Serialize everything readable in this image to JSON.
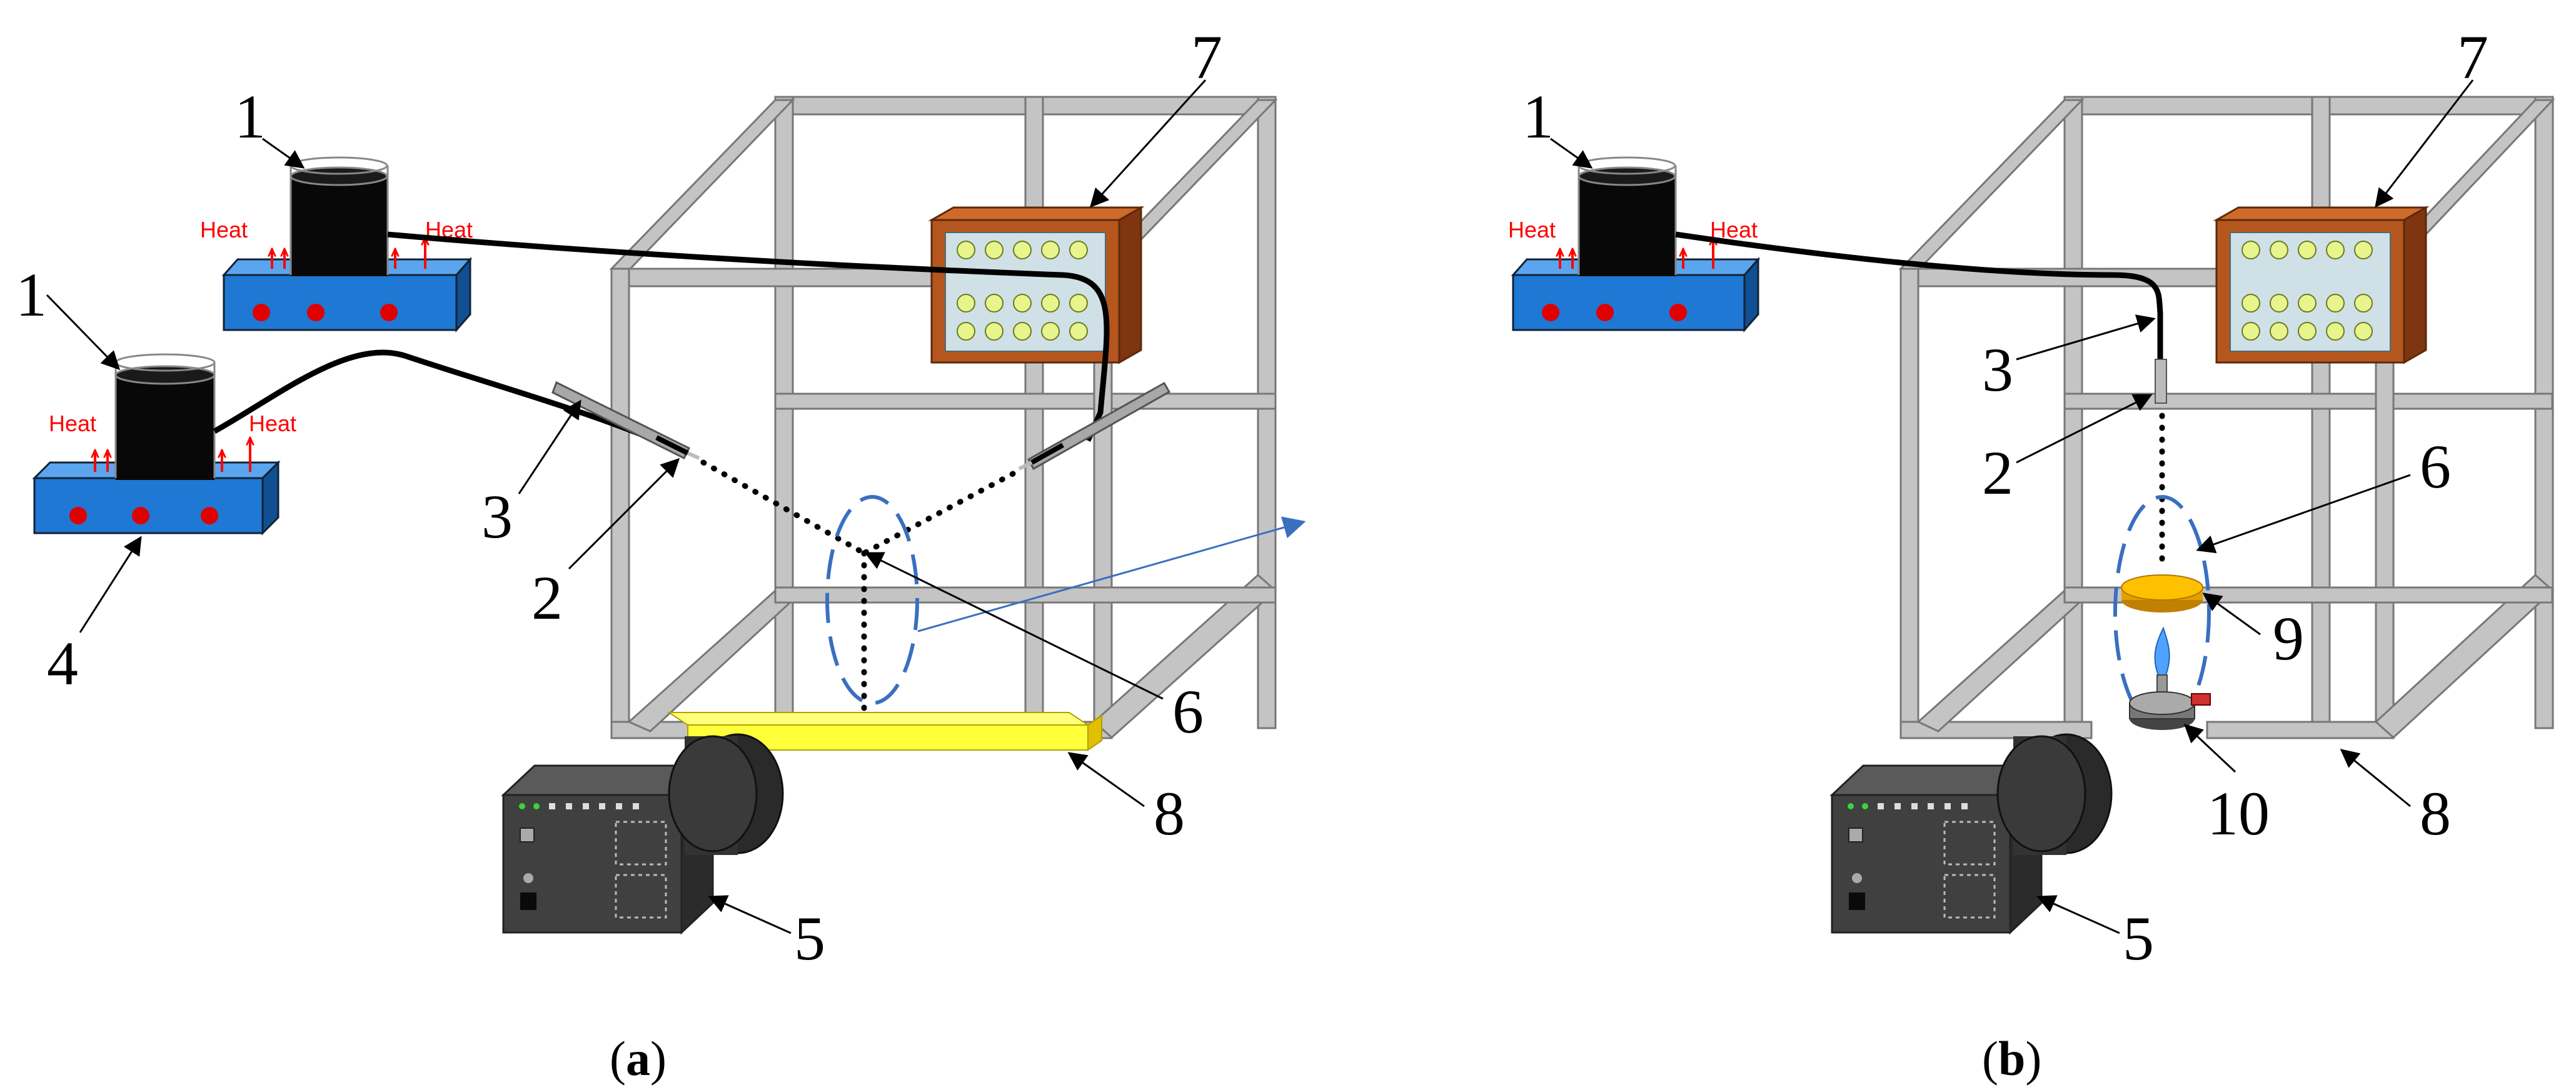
{
  "panel_a": {
    "label_open": "(",
    "label_letter": "a",
    "label_close": ")",
    "heat_texts": [
      "Heat",
      "Heat",
      "Heat",
      "Heat"
    ],
    "numbers": [
      "1",
      "1",
      "7",
      "3",
      "2",
      "4",
      "6",
      "8",
      "5"
    ]
  },
  "panel_b": {
    "label_open": "(",
    "label_letter": "b",
    "label_close": ")",
    "heat_texts": [
      "Heat",
      "Heat"
    ],
    "numbers": [
      "1",
      "7",
      "3",
      "2",
      "6",
      "9",
      "10",
      "8",
      "5"
    ]
  },
  "colors": {
    "frame": "#c0c0c0",
    "hot_plate": "#1e78d4",
    "hot_plate_dot": "#e00000",
    "beaker_liquid": "#080808",
    "led_box": "#b5561e",
    "led_panel": "#cfe0e6",
    "led": "#e8f58c",
    "camera": "#404040",
    "substrate": "#ffff3a",
    "heat_text": "#ff0000",
    "spray_zone": "#3a6fc0",
    "disk": "#ffc000"
  }
}
